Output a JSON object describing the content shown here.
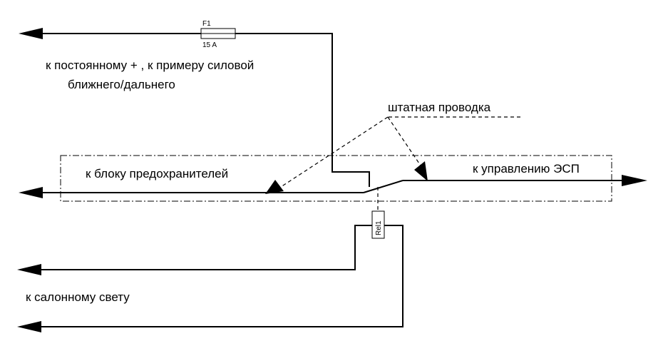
{
  "labels": {
    "permanent_plus": "к постоянному + , к примеру силовой",
    "permanent_plus_2": "ближнего/дальнего",
    "stock_wiring": "штатная проводка",
    "fuse_block": "к блоку предохранителей",
    "esp_control": "к управлению ЭСП",
    "interior_light": "к салонному свету"
  },
  "fuse": {
    "name": "F1",
    "rating": "15 A"
  },
  "relay": {
    "name": "Rel1"
  }
}
